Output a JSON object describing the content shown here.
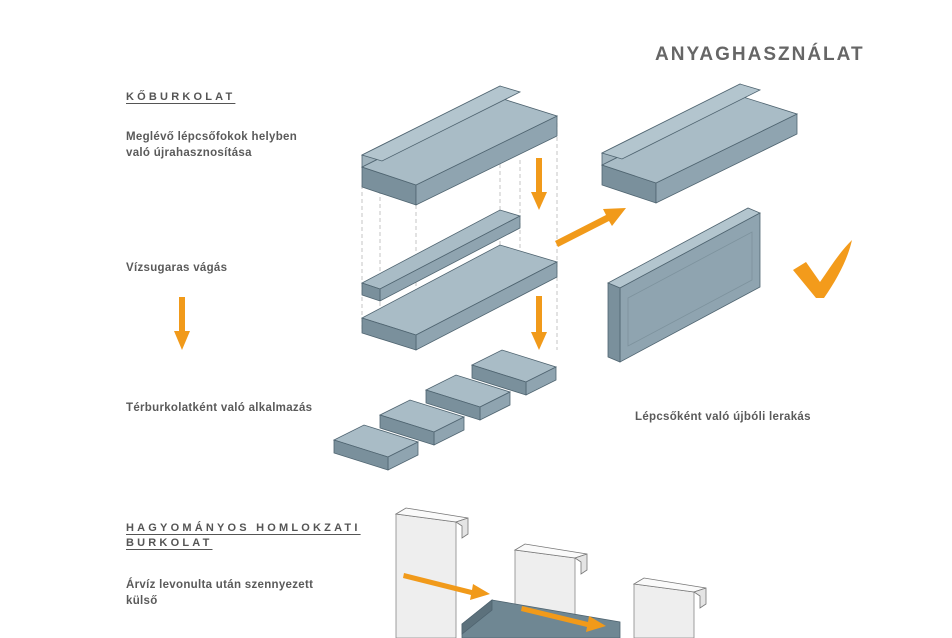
{
  "title": "ANYAGHASZNÁLAT",
  "section_stone": {
    "heading": "KŐBURKOLAT",
    "step1_line1": "Meglévő lépcsőfokok helyben",
    "step1_line2": "való újrahasznosítása",
    "step2": "Vízsugaras vágás",
    "step3": "Térburkolatként való alkalmazás",
    "result": "Lépcsőként való újbóli lerakás"
  },
  "section_facade": {
    "heading_line1": "HAGYOMÁNYOS HOMLOKZATI",
    "heading_line2": "BURKOLAT",
    "desc_line1": "Árvíz levonulta után szennyezett",
    "desc_line2": "külső"
  },
  "colors": {
    "stone_top": "#a9bcc6",
    "stone_front": "#8fa4b0",
    "stone_side": "#7a909c",
    "stone_edge": "#4f6470",
    "arrow": "#f19a1a",
    "check": "#f39b1b",
    "panel_white": "#fafafa",
    "panel_edge": "#777777",
    "slab_dark": "#6f8793"
  },
  "icons": [
    "down-arrow-icon",
    "right-arrow-icon",
    "checkmark-icon"
  ]
}
